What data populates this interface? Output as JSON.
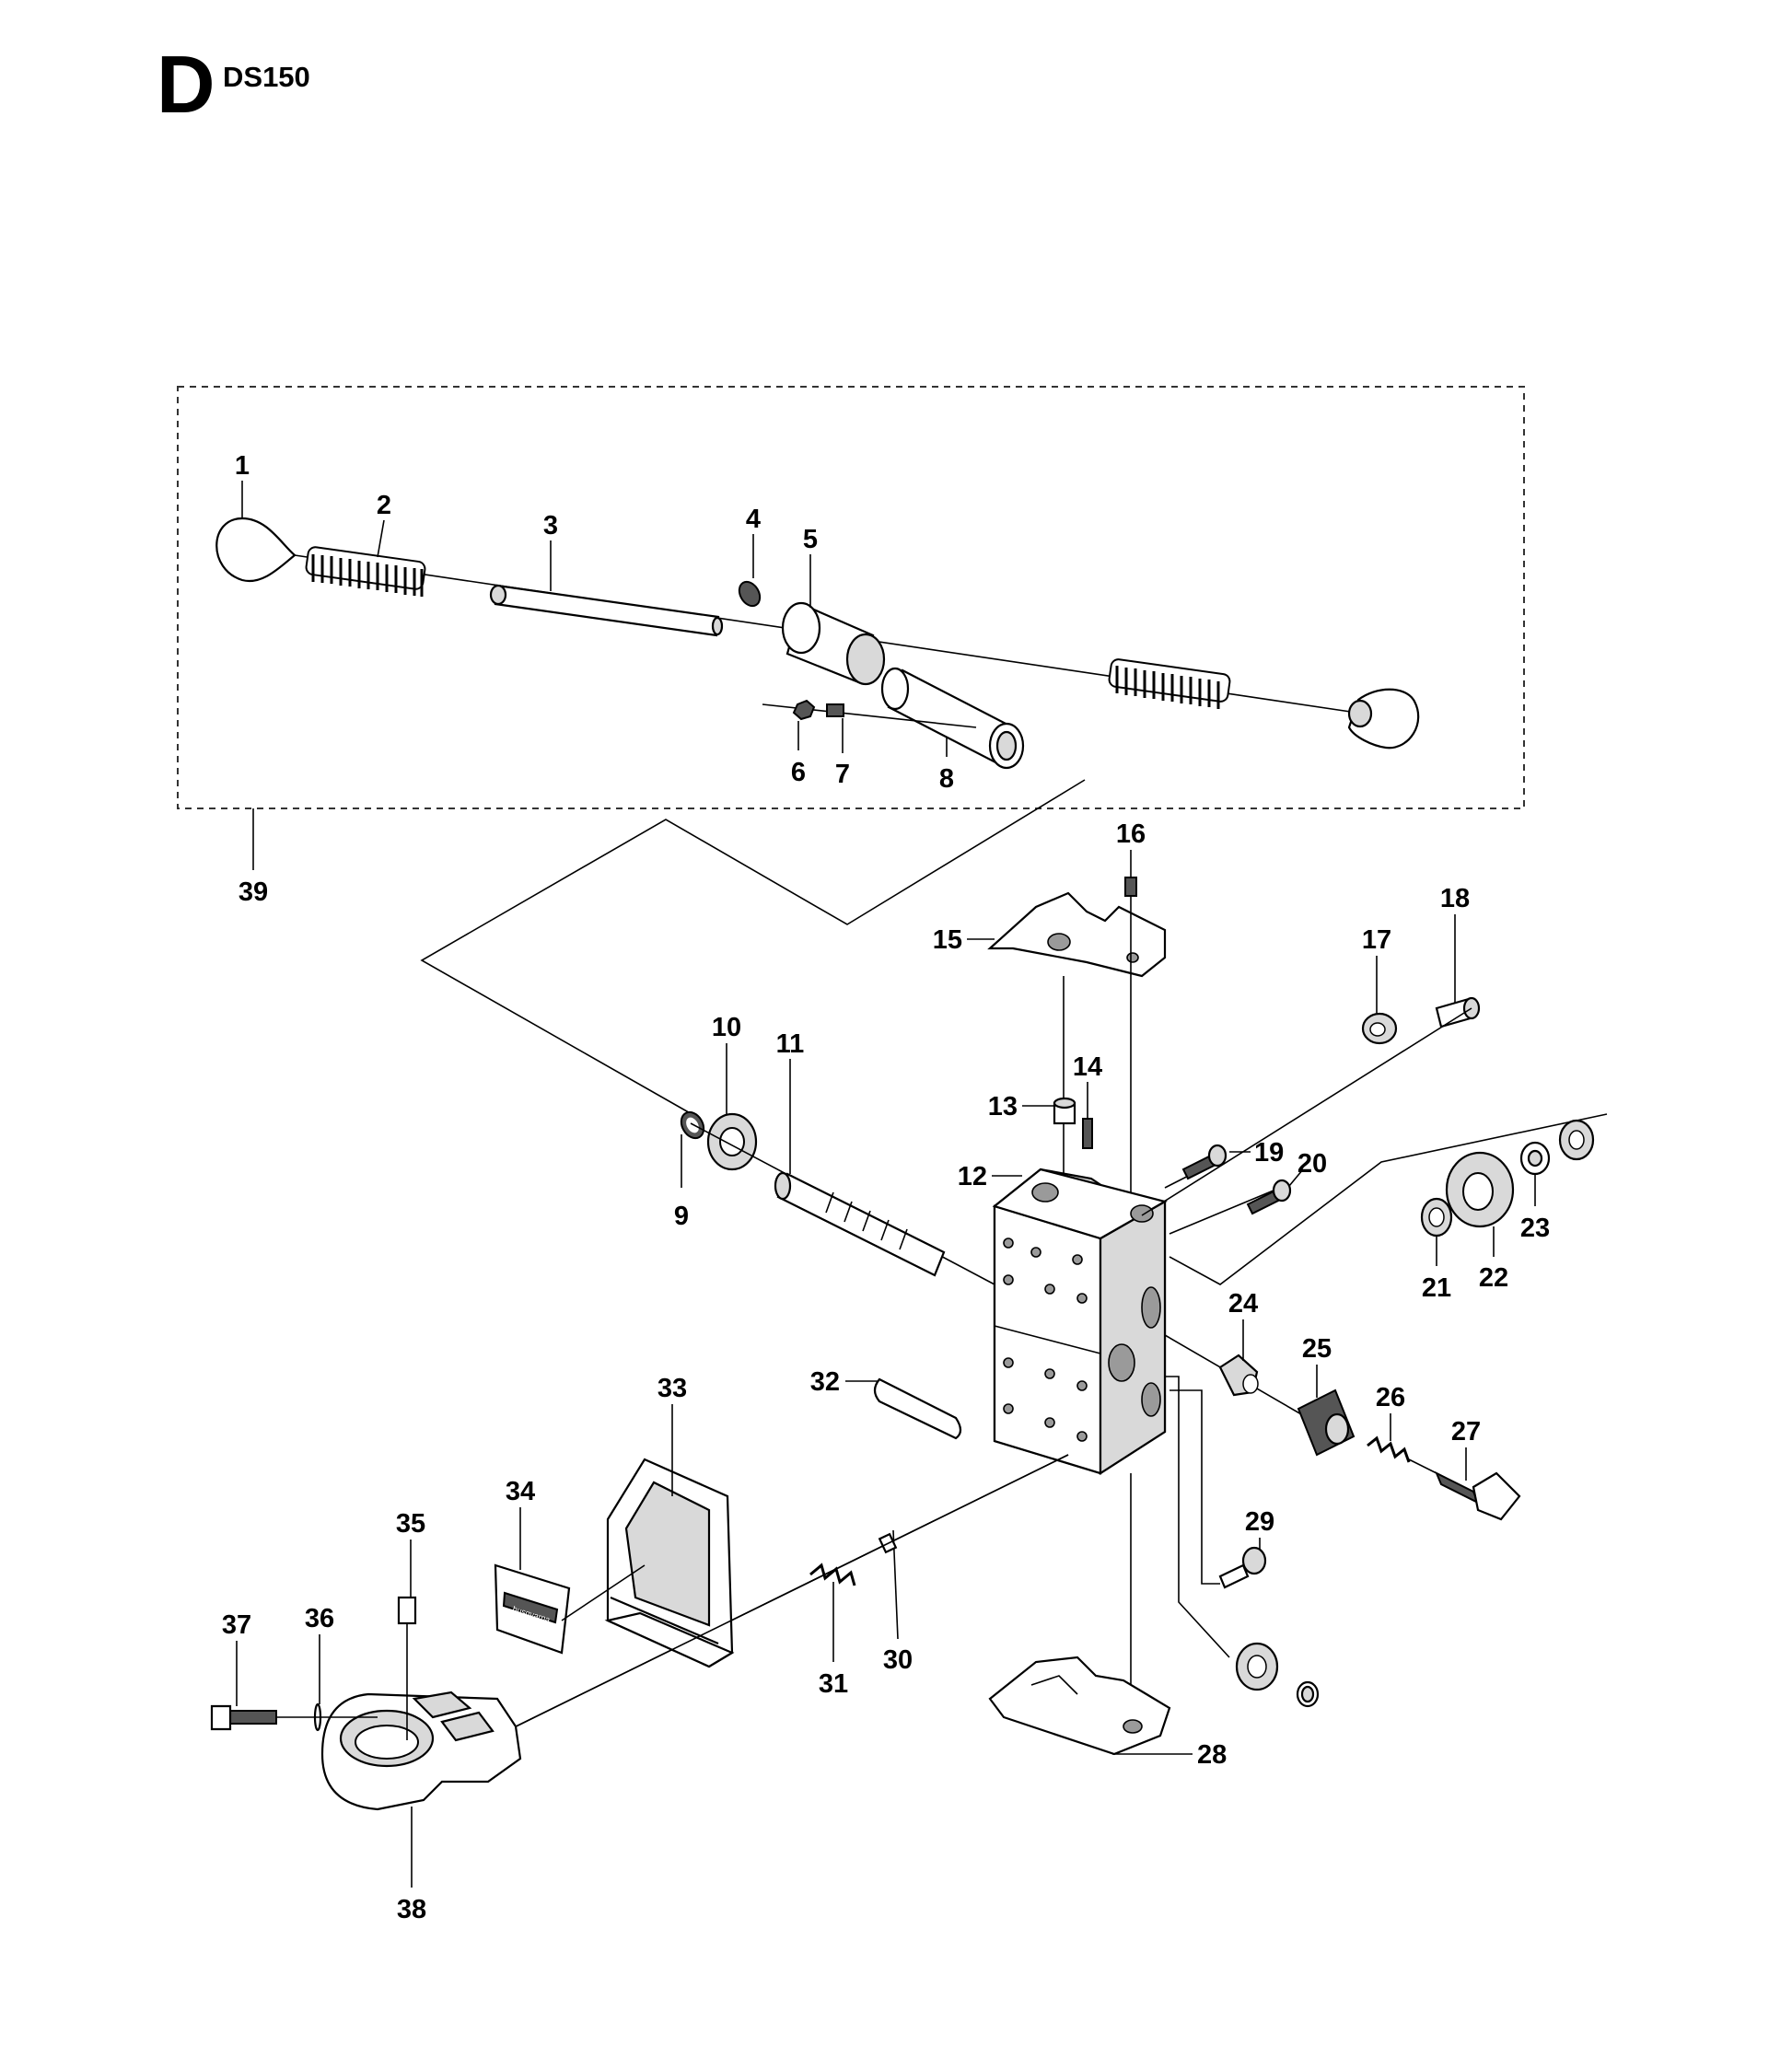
{
  "header": {
    "section": "D",
    "model": "DS150"
  },
  "callouts": {
    "c1": "1",
    "c2": "2",
    "c3": "3",
    "c4": "4",
    "c5": "5",
    "c6": "6",
    "c7": "7",
    "c8": "8",
    "c9": "9",
    "c10": "10",
    "c11": "11",
    "c12": "12",
    "c13": "13",
    "c14": "14",
    "c15": "15",
    "c16": "16",
    "c17": "17",
    "c18": "18",
    "c19": "19",
    "c20": "20",
    "c21": "21",
    "c22": "22",
    "c23": "23",
    "c24": "24",
    "c25": "25",
    "c26": "26",
    "c27": "27",
    "c28": "28",
    "c29": "29",
    "c30": "30",
    "c31": "31",
    "c32": "32",
    "c33": "33",
    "c34": "34",
    "c35": "35",
    "c36": "36",
    "c37": "37",
    "c38": "38",
    "c39": "39"
  },
  "label_text": "husqvarna"
}
